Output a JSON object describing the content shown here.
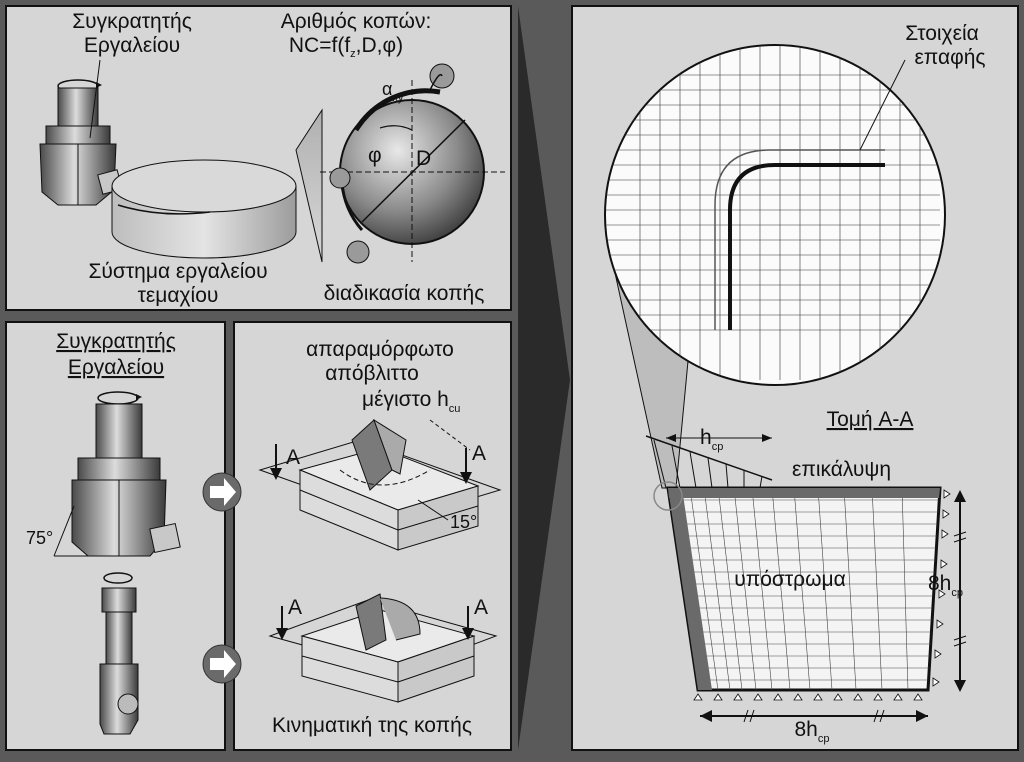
{
  "top_left": {
    "holder_line1": "Συγκρατητής",
    "holder_line2": "Εργαλείου",
    "nc_line1": "Αριθμός κοπών:",
    "nc_line2": "NC=f(f",
    "nc_sub": "z",
    "nc_line2_end": ",D,φ)",
    "alpha": "α",
    "alpha_sub": "xy",
    "phi": "φ",
    "diameter": "D",
    "system_line1": "Σύστημα εργαλείου",
    "system_line2": "τεμαχίου",
    "process": "διαδικασία  κοπής"
  },
  "bottom_left": {
    "holder_line1": "Συγκρατητής",
    "holder_line2": "Εργαλείου",
    "angle": "75°"
  },
  "bottom_mid": {
    "chip_line1": "απαραμόρφωτο",
    "chip_line2": "απόβλιττο",
    "max_h": "μέγιστο h",
    "max_h_sub": "cu",
    "section_a": "A",
    "angle": "15°",
    "kinematics": "Κινηματική της κοπής"
  },
  "right": {
    "contact_line1": "Στοιχεία",
    "contact_line2": "επαφής",
    "section_title": "Τομή A-A",
    "h_cp": "h",
    "h_cp_sub": "cp",
    "coating": "επικάλυψη",
    "substrate": "υπόστρωμα",
    "dim_8h": "8h",
    "dim_8h_sub": "cp"
  },
  "colors": {
    "frame": "#5a5a5a",
    "panel": "#d7d7d7",
    "panel_light": "#eeeeee",
    "line": "#1a1a1a"
  }
}
